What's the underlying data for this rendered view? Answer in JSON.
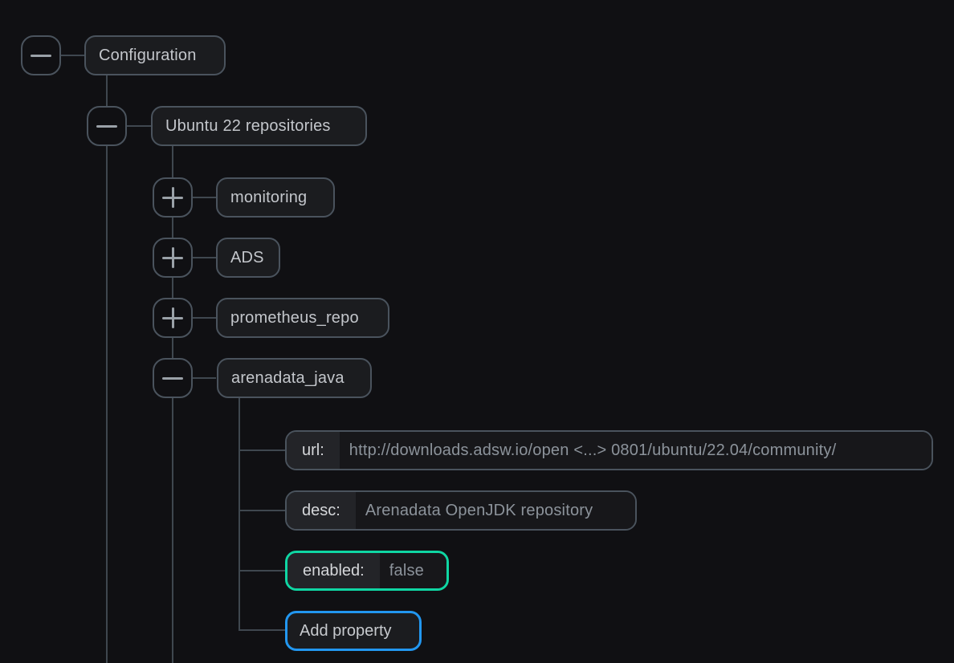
{
  "colors": {
    "background": "#101013",
    "node_fill": "#1b1c1f",
    "node_border": "#4a535d",
    "connector_line": "#3f474f",
    "key_segment_bg": "#232428",
    "value_segment_bg": "#17171a",
    "node_text": "#c3c6cb",
    "key_text": "#d5d7da",
    "value_text": "#8c939b",
    "focused_field_border": "#0fd6a3",
    "add_property_border": "#2297f0"
  },
  "icons": {
    "collapse": "minus-icon",
    "expand": "plus-icon"
  },
  "tree": {
    "configuration": {
      "label": "Configuration",
      "state": "expanded"
    },
    "ubuntu22": {
      "label": "Ubuntu 22 repositories",
      "state": "expanded"
    },
    "monitoring": {
      "label": "monitoring",
      "state": "collapsed"
    },
    "ads": {
      "label": "ADS",
      "state": "collapsed"
    },
    "prometheus_repo": {
      "label": "prometheus_repo",
      "state": "collapsed"
    },
    "arenadata_java": {
      "label": "arenadata_java",
      "state": "expanded",
      "fields": {
        "url": {
          "key": "url:",
          "value": "http://downloads.adsw.io/open <...> 0801/ubuntu/22.04/community/"
        },
        "desc": {
          "key": "desc:",
          "value": "Arenadata OpenJDK repository"
        },
        "enabled": {
          "key": "enabled:",
          "value": "false",
          "highlight": "green"
        }
      },
      "add_property": {
        "label": "Add property"
      }
    }
  }
}
